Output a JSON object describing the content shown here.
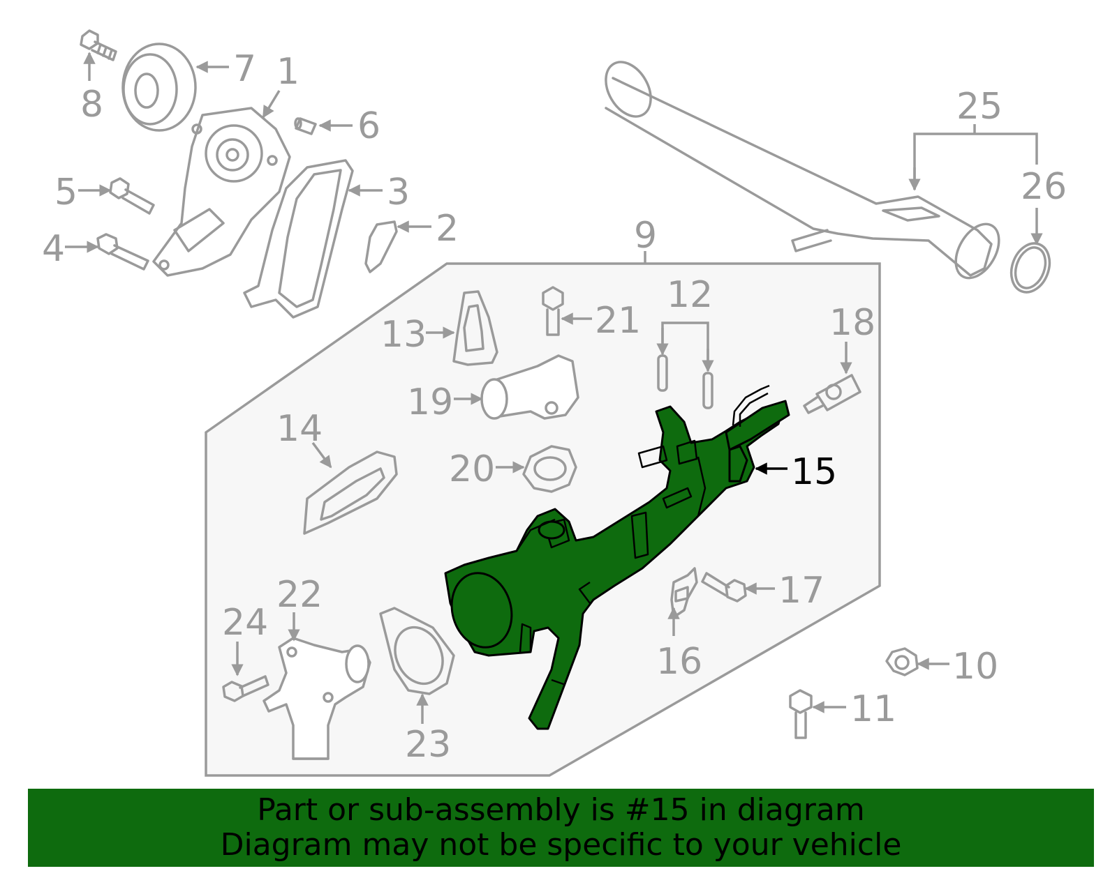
{
  "colors": {
    "highlight": "#0e6b0e",
    "part_stroke": "#9a9a9a",
    "panel": "#f7f7f7",
    "banner": "#0e6b0e"
  },
  "callouts": {
    "c1": "1",
    "c2": "2",
    "c3": "3",
    "c4": "4",
    "c5": "5",
    "c6": "6",
    "c7": "7",
    "c8": "8",
    "c9": "9",
    "c10": "10",
    "c11": "11",
    "c12": "12",
    "c13": "13",
    "c14": "14",
    "c15": "15",
    "c16": "16",
    "c17": "17",
    "c18": "18",
    "c19": "19",
    "c20": "20",
    "c21": "21",
    "c22": "22",
    "c23": "23",
    "c24": "24",
    "c25": "25",
    "c26": "26"
  },
  "highlighted_part": "15",
  "banner": {
    "line1": "Part or sub-assembly is #15 in diagram",
    "line2": "Diagram may not be specific to your vehicle"
  }
}
